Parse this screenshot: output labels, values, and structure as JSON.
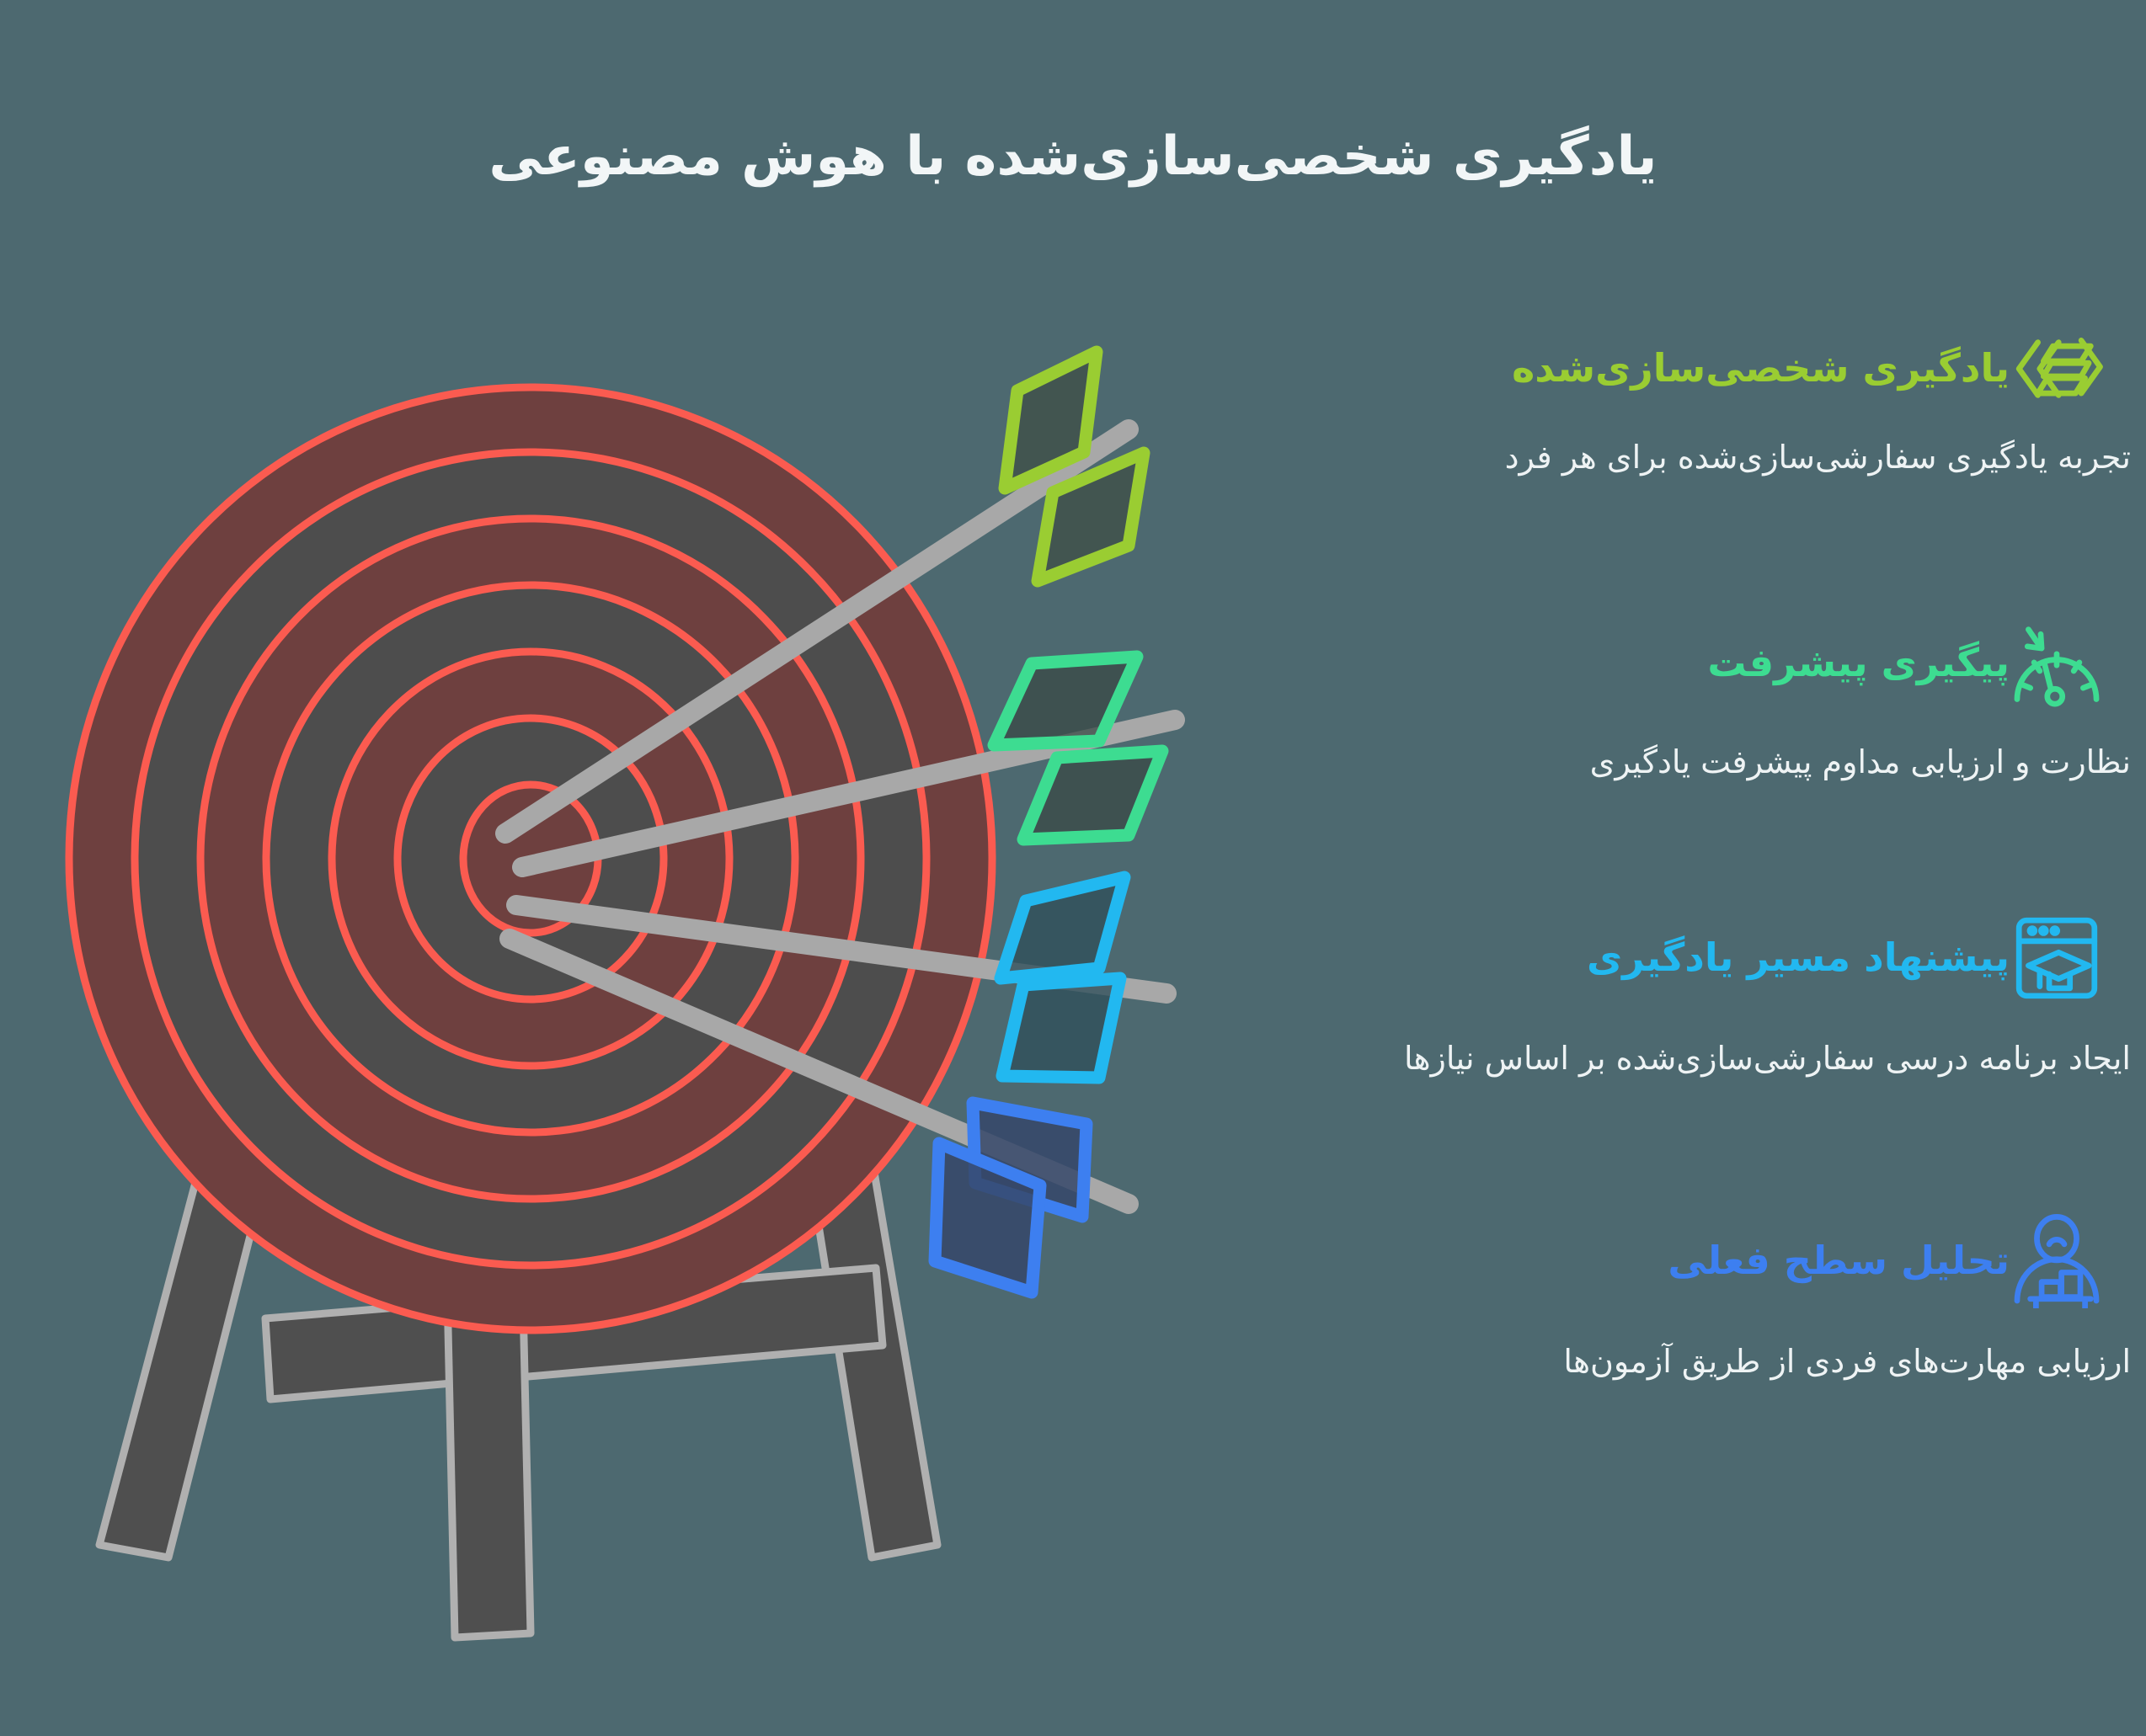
{
  "page": {
    "background_color": "#4d6970",
    "title": "یادگیری شخصی‌سازی‌شده با هوش مصنوعی"
  },
  "illustration": {
    "name": "archery-target-with-arrows",
    "target": {
      "ring_outline_color": "#fb5b50",
      "ring_fill_dark": "#6e403f",
      "ring_fill_light": "#4d4d4d",
      "ring_count": 7
    },
    "stand": {
      "fill_color": "#4f4f4f",
      "outline_color": "#b0b0b0",
      "leg_count": 3
    },
    "arrows": [
      {
        "name": "arrow-personalized-learning",
        "color": "#9ACD32",
        "shaft_color": "#a8a8a8"
      },
      {
        "name": "arrow-progress-tracking",
        "color": "#3ddc91",
        "shaft_color": "#a8a8a8"
      },
      {
        "name": "arrow-learning-path",
        "color": "#22b8f0",
        "shaft_color": "#a8a8a8"
      },
      {
        "name": "arrow-level-analysis",
        "color": "#3d7ff0",
        "shaft_color": "#a8a8a8"
      }
    ]
  },
  "features": [
    {
      "id": "personalized-learning",
      "icon": "layers-chevron-icon",
      "color": "#9ACD32",
      "title": "یادگیری شخصی‌سازی‌شده",
      "description": "تجربه یادگیری سفارشی‌سازی‌شده برای هر فرد"
    },
    {
      "id": "progress-tracking",
      "icon": "speedometer-icon",
      "color": "#3ddc91",
      "title": "پیگیری پیشرفت",
      "description": "نظارت و ارزیابی مداوم پیشرفت یادگیری"
    },
    {
      "id": "learning-path-suggestion",
      "icon": "browser-graduation-cap-icon",
      "color": "#22b8f0",
      "title": "پیشنهاد مسیر یادگیری",
      "description": "ایجاد برنامه درسی سفارشی‌سازی‌شده بر اساس نیازها"
    },
    {
      "id": "current-level-analysis",
      "icon": "person-podium-icon",
      "color": "#3d7ff0",
      "title": "تحلیل سطح فعلی",
      "description": "ارزیابی مهارت‌های فردی از طریق آزمون‌ها"
    }
  ]
}
